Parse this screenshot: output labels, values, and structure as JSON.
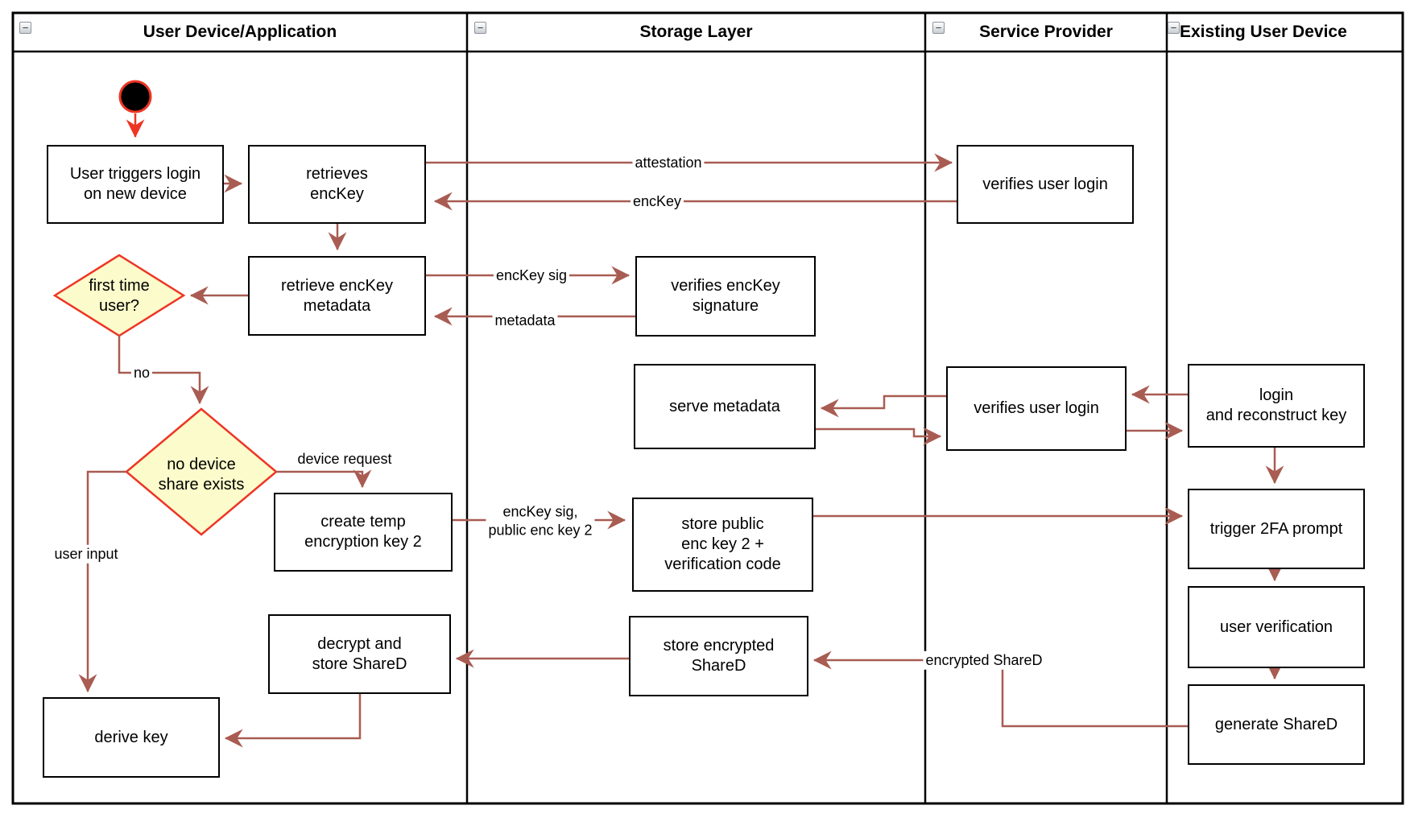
{
  "colors": {
    "flow_arrow": "#A85C52",
    "start_accent": "#EE3524",
    "decision_fill": "#FBFBCB",
    "shape_border": "#000000",
    "background": "#FFFFFF"
  },
  "lanes": [
    {
      "label": "User Device/Application",
      "collapse_glyph": "−"
    },
    {
      "label": "Storage Layer",
      "collapse_glyph": "−"
    },
    {
      "label": "Service Provider",
      "collapse_glyph": "−"
    },
    {
      "label": "Existing User Device",
      "collapse_glyph": "−"
    }
  ],
  "nodes": {
    "user_triggers": {
      "label": "User triggers login\non new device"
    },
    "retrieves_enckey": {
      "label": "retrieves\nencKey"
    },
    "retrieve_metadata": {
      "label": "retrieve encKey\nmetadata"
    },
    "first_time_user": {
      "label": "first time\nuser?"
    },
    "no_device_share": {
      "label": "no device\nshare exists"
    },
    "create_temp_key": {
      "label": "create temp\nencryption key 2"
    },
    "decrypt_store": {
      "label": "decrypt and\nstore ShareD"
    },
    "derive_key": {
      "label": "derive key"
    },
    "verifies_signature": {
      "label": "verifies encKey\nsignature"
    },
    "serve_metadata": {
      "label": "serve metadata"
    },
    "store_public": {
      "label": "store public\nenc key 2 +\nverification code"
    },
    "store_encrypted": {
      "label": "store encrypted\nShareD"
    },
    "verifies_login_top": {
      "label": "verifies user login"
    },
    "verifies_login_mid": {
      "label": "verifies user login"
    },
    "login_reconstruct": {
      "label": "login\nand reconstruct key"
    },
    "trigger_2fa": {
      "label": "trigger 2FA prompt"
    },
    "user_verification": {
      "label": "user verification"
    },
    "generate_shared": {
      "label": "generate ShareD"
    }
  },
  "edge_labels": {
    "attestation": "attestation",
    "enckey": "encKey",
    "enckey_sig": "encKey sig",
    "metadata": "metadata",
    "no": "no",
    "device_request": "device request",
    "enckey_sig_public": "encKey sig,\npublic enc key 2",
    "user_input": "user input",
    "encrypted_shared": "encrypted ShareD"
  }
}
